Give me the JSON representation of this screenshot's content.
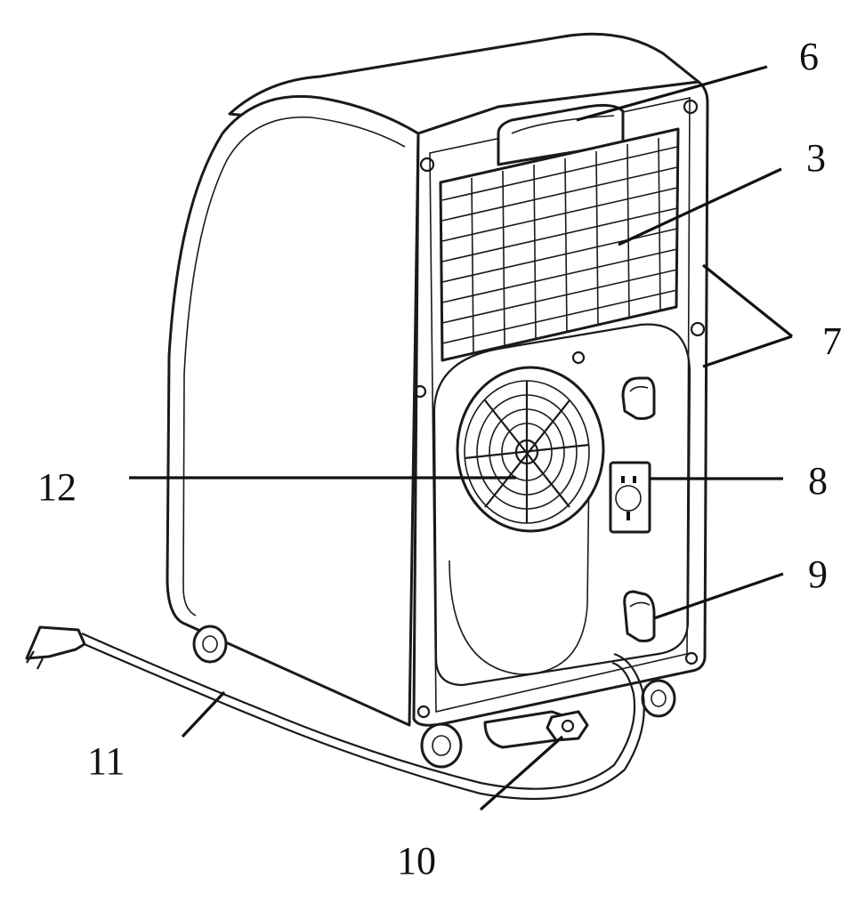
{
  "callouts": {
    "c6": "6",
    "c3": "3",
    "c7": "7",
    "c12": "12",
    "c8": "8",
    "c9": "9",
    "c11": "11",
    "c10": "10"
  }
}
